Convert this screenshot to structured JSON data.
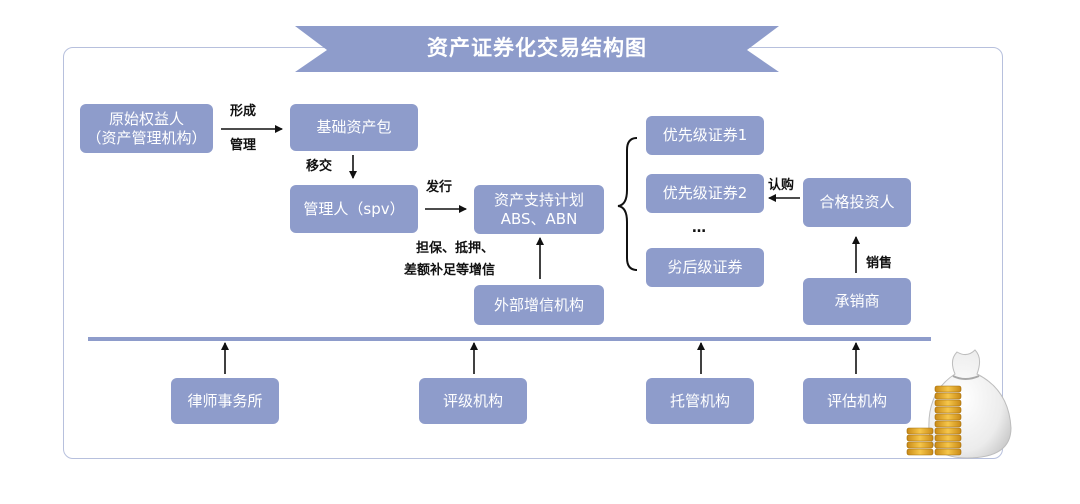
{
  "title": "资产证券化交易结构图",
  "boxes": {
    "originator_line1": "原始权益人",
    "originator_line2": "（资产管理机构）",
    "asset_pool": "基础资产包",
    "spv": "管理人（spv）",
    "plan_line1": "资产支持计划",
    "plan_line2": "ABS、ABN",
    "external_credit": "外部增信机构",
    "senior_1": "优先级证券1",
    "senior_2": "优先级证券2",
    "ellipsis": "…",
    "subordinate": "劣后级证券",
    "investor": "合格投资人",
    "underwriter": "承销商",
    "law_firm": "律师事务所",
    "rating": "评级机构",
    "custodian": "托管机构",
    "appraisal": "评估机构"
  },
  "labels": {
    "form": "形成",
    "manage": "管理",
    "transfer": "移交",
    "issue": "发行",
    "credit_line1": "担保、抵押、",
    "credit_line2": "差额补足等增信",
    "subscribe": "认购",
    "sell": "销售"
  },
  "colors": {
    "box": "#8e9ccb",
    "banner": "#8e9ccb",
    "frame": "#b7c0dd",
    "divider": "#8e9ccb",
    "text_on_box": "#ffffff"
  },
  "icons": [
    "money-bag-icon",
    "coin-stack-icon"
  ]
}
